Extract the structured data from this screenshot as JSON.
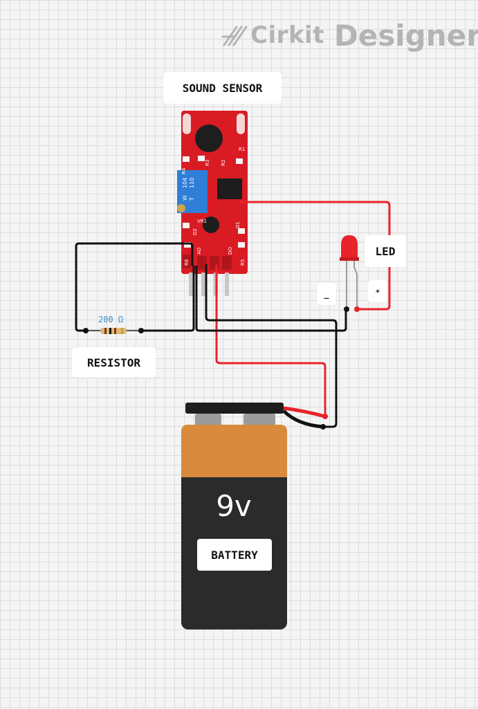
{
  "brand": {
    "name_part1": "Cirkit",
    "name_part2": "Designer",
    "icon": "cirkit-logo-icon"
  },
  "components": {
    "sound_sensor": {
      "label": "SOUND SENSOR",
      "silkscreen": {
        "r1": "R1",
        "r2": "R2",
        "r3": "R3",
        "r4": "R4",
        "r5": "R5",
        "r6": "R6",
        "vr1": "VR1",
        "d1": "D1",
        "d2": "D2",
        "pin_ao": "AO",
        "pin_do": "DO",
        "pot_code_1": "104",
        "pot_code_2": "W",
        "pot_code_3": "110",
        "pot_code_4": "T"
      }
    },
    "led": {
      "label": "LED",
      "pin_minus": "_",
      "pin_plus": "+"
    },
    "resistor": {
      "label": "RESISTOR",
      "value": "200 Ω"
    },
    "battery": {
      "label": "BATTERY",
      "voltage": "9v"
    }
  },
  "colors": {
    "wire_red": "#e8232a",
    "wire_black": "#111111",
    "board_red": "#d91b24",
    "battery_orange": "#d98a3d",
    "battery_body": "#2b2b2b",
    "value_blue": "#3a8fd0"
  }
}
